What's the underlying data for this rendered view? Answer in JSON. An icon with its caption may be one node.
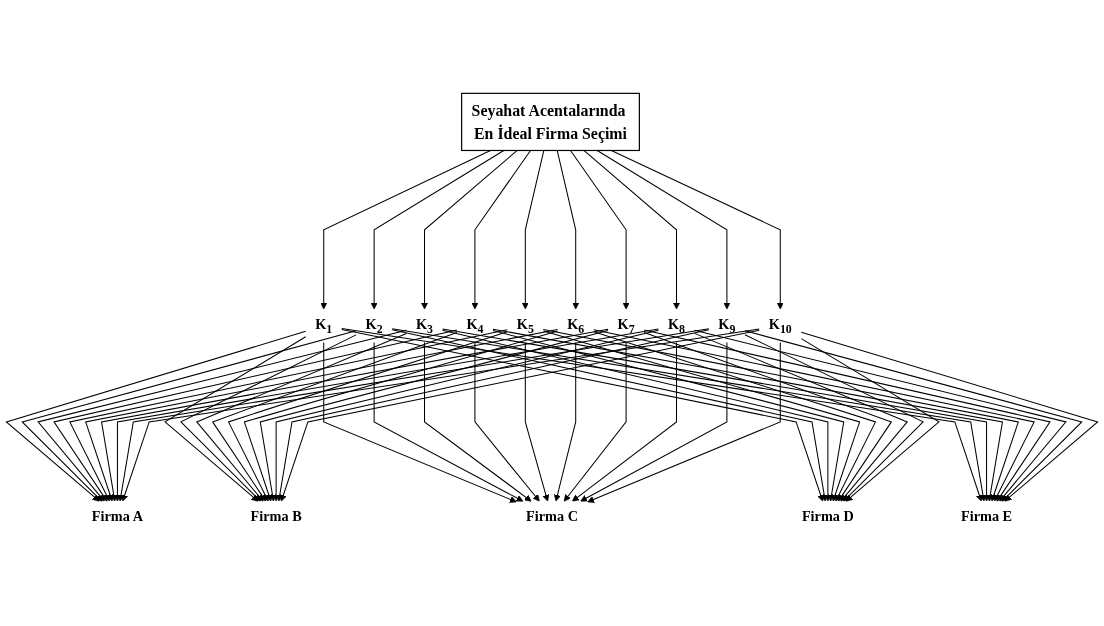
{
  "diagram": {
    "nodes": [
      {
        "text": [
          "Seyahat Acentalarında En İdeal Firma Seçimi"
        ]
      },
      {
        "text": [
          "K$_{1}$"
        ]
      },
      {
        "text": [
          "K$_{2}$"
        ]
      },
      {
        "text": [
          "K$_{3}$"
        ]
      },
      {
        "text": [
          "K$_{4}$"
        ]
      },
      {
        "text": [
          "K$_{5}$"
        ]
      },
      {
        "text": [
          "K$_{6}$"
        ]
      },
      {
        "text": [
          "K$_{7}$"
        ]
      },
      {
        "text": [
          "K$_{8}$"
        ]
      },
      {
        "text": [
          "K$_{9}$"
        ]
      },
      {
        "text": [
          "K$_{10}$"
        ]
      },
      {
        "text": [
          "Firma A"
        ]
      },
      {
        "text": [
          "Firma B"
        ]
      },
      {
        "text": [
          "Firma C"
        ]
      },
      {
        "text": [
          "Firma D"
        ]
      },
      {
        "text": [
          "Firma E"
        ]
      }
    ],
    "edges": [
      {
        "from": 0,
        "to": 1,
        "arrow": "to"
      },
      {
        "from": 0,
        "to": 2,
        "arrow": "to"
      },
      {
        "from": 0,
        "to": 3,
        "arrow": "to"
      },
      {
        "from": 0,
        "to": 4,
        "arrow": "to"
      },
      {
        "from": 0,
        "to": 5,
        "arrow": "to"
      },
      {
        "from": 0,
        "to": 6,
        "arrow": "to"
      },
      {
        "from": 0,
        "to": 7,
        "arrow": "to"
      },
      {
        "from": 0,
        "to": 8,
        "arrow": "to"
      },
      {
        "from": 0,
        "to": 9,
        "arrow": "to"
      },
      {
        "from": 0,
        "to": 10,
        "arrow": "to"
      },
      {
        "from": 1,
        "to": 11,
        "arrow": "to"
      },
      {
        "from": 1,
        "to": 12,
        "arrow": "to"
      },
      {
        "from": 1,
        "to": 13,
        "arrow": "to"
      },
      {
        "from": 1,
        "to": 14,
        "arrow": "to"
      },
      {
        "from": 1,
        "to": 15,
        "arrow": "to"
      },
      {
        "from": 2,
        "to": 11,
        "arrow": "to"
      },
      {
        "from": 2,
        "to": 12,
        "arrow": "to"
      },
      {
        "from": 2,
        "to": 13,
        "arrow": "to"
      },
      {
        "from": 2,
        "to": 14,
        "arrow": "to"
      },
      {
        "from": 2,
        "to": 15,
        "arrow": "to"
      },
      {
        "from": 3,
        "to": 11,
        "arrow": "to"
      },
      {
        "from": 3,
        "to": 12,
        "arrow": "to"
      },
      {
        "from": 3,
        "to": 13,
        "arrow": "to"
      },
      {
        "from": 3,
        "to": 14,
        "arrow": "to"
      },
      {
        "from": 3,
        "to": 15,
        "arrow": "to"
      },
      {
        "from": 4,
        "to": 11,
        "arrow": "to"
      },
      {
        "from": 4,
        "to": 12,
        "arrow": "to"
      },
      {
        "from": 4,
        "to": 13,
        "arrow": "to"
      },
      {
        "from": 4,
        "to": 14,
        "arrow": "to"
      },
      {
        "from": 4,
        "to": 15,
        "arrow": "to"
      },
      {
        "from": 5,
        "to": 11,
        "arrow": "to"
      },
      {
        "from": 5,
        "to": 12,
        "arrow": "to"
      },
      {
        "from": 5,
        "to": 13,
        "arrow": "to"
      },
      {
        "from": 5,
        "to": 14,
        "arrow": "to"
      },
      {
        "from": 5,
        "to": 15,
        "arrow": "to"
      },
      {
        "from": 6,
        "to": 11,
        "arrow": "to"
      },
      {
        "from": 6,
        "to": 12,
        "arrow": "to"
      },
      {
        "from": 6,
        "to": 13,
        "arrow": "to"
      },
      {
        "from": 6,
        "to": 14,
        "arrow": "to"
      },
      {
        "from": 6,
        "to": 15,
        "arrow": "to"
      },
      {
        "from": 7,
        "to": 11,
        "arrow": "to"
      },
      {
        "from": 7,
        "to": 12,
        "arrow": "to"
      },
      {
        "from": 7,
        "to": 13,
        "arrow": "to"
      },
      {
        "from": 7,
        "to": 14,
        "arrow": "to"
      },
      {
        "from": 7,
        "to": 15,
        "arrow": "to"
      },
      {
        "from": 8,
        "to": 11,
        "arrow": "to"
      },
      {
        "from": 8,
        "to": 12,
        "arrow": "to"
      },
      {
        "from": 8,
        "to": 13,
        "arrow": "to"
      },
      {
        "from": 8,
        "to": 14,
        "arrow": "to"
      },
      {
        "from": 8,
        "to": 15,
        "arrow": "to"
      },
      {
        "from": 9,
        "to": 11,
        "arrow": "to"
      },
      {
        "from": 9,
        "to": 12,
        "arrow": "to"
      },
      {
        "from": 9,
        "to": 13,
        "arrow": "to"
      },
      {
        "from": 9,
        "to": 14,
        "arrow": "to"
      },
      {
        "from": 9,
        "to": 15,
        "arrow": "to"
      },
      {
        "from": 10,
        "to": 11,
        "arrow": "to"
      },
      {
        "from": 10,
        "to": 12,
        "arrow": "to"
      },
      {
        "from": 10,
        "to": 13,
        "arrow": "to"
      },
      {
        "from": 10,
        "to": 14,
        "arrow": "to"
      },
      {
        "from": 10,
        "to": 15,
        "arrow": "to"
      }
    ]
  }
}
